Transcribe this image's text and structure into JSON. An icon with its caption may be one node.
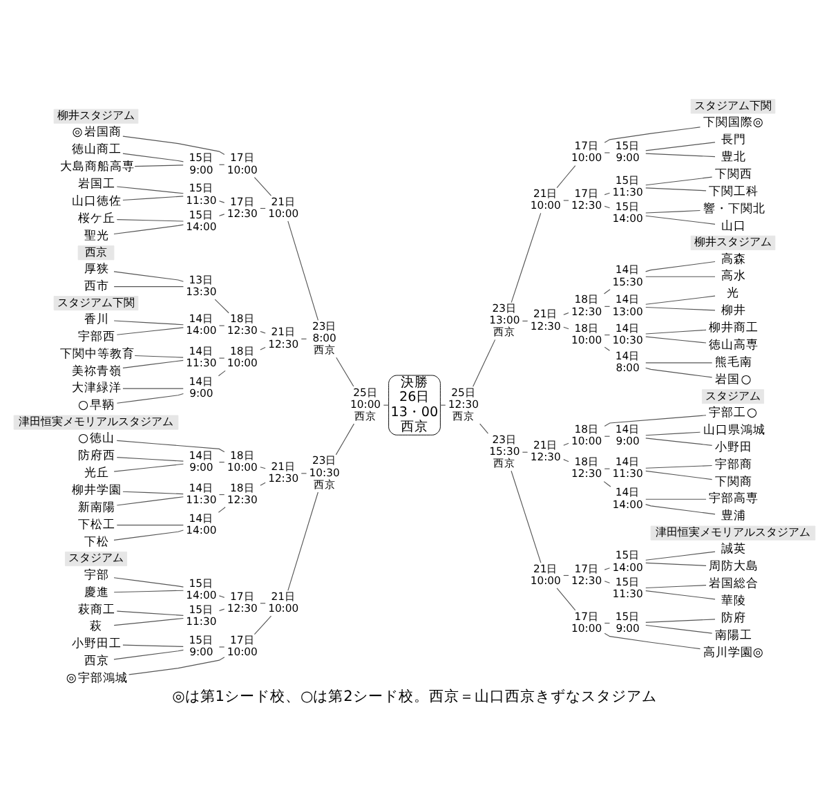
{
  "diagram": {
    "caption": "◎は第1シード校、○は第2シード校。西京＝山口西京きずなスタジアム",
    "nodes": [
      {
        "text": [
          "岩国商"
        ],
        "beside": [
          "◎"
        ]
      },
      {
        "text": [
          "徳山商工"
        ]
      },
      {
        "text": [
          "大島商船高専"
        ]
      },
      {
        "text": [
          "岩国工"
        ]
      },
      {
        "text": [
          "山口徳佐"
        ]
      },
      {
        "text": [
          "桜ケ丘"
        ]
      },
      {
        "text": [
          "聖光"
        ]
      },
      {
        "text": [
          "厚狭"
        ]
      },
      {
        "text": [
          "西市"
        ]
      },
      {
        "text": [
          "香川"
        ]
      },
      {
        "text": [
          "宇部西"
        ]
      },
      {
        "text": [
          "下関中等教育"
        ]
      },
      {
        "text": [
          "美祢青嶺"
        ]
      },
      {
        "text": [
          "大津緑洋"
        ]
      },
      {
        "text": [
          "早鞆"
        ],
        "beside": [
          "○"
        ]
      },
      {
        "text": [
          "徳山"
        ],
        "beside": [
          "○"
        ]
      },
      {
        "text": [
          "防府西"
        ]
      },
      {
        "text": [
          "光丘"
        ]
      },
      {
        "text": [
          "柳井学園"
        ]
      },
      {
        "text": [
          "新南陽"
        ]
      },
      {
        "text": [
          "下松工"
        ]
      },
      {
        "text": [
          "下松"
        ]
      },
      {
        "text": [
          "宇部"
        ]
      },
      {
        "text": [
          "慶進"
        ]
      },
      {
        "text": [
          "萩商工"
        ]
      },
      {
        "text": [
          "萩"
        ]
      },
      {
        "text": [
          "小野田工"
        ]
      },
      {
        "text": [
          "西京"
        ]
      },
      {
        "text": [
          "宇部鴻城"
        ],
        "beside": [
          "◎"
        ]
      },
      {
        "text": [
          "17日 10:00"
        ]
      },
      {
        "text": [
          "15日 9:00"
        ]
      },
      {
        "text": [
          "21日 10:00"
        ]
      },
      {
        "text": [
          "15日 11:30"
        ]
      },
      {
        "text": [
          "15日 14:00"
        ]
      },
      {
        "text": [
          "17日 12:30"
        ]
      },
      {
        "text": [
          "23日 8:00 西京"
        ]
      },
      {
        "text": [
          "13日 13:30"
        ]
      },
      {
        "text": [
          "18日 12:30"
        ]
      },
      {
        "text": [
          "14日 14:00"
        ]
      },
      {
        "text": [
          "14日 11:30"
        ]
      },
      {
        "text": [
          "21日 12:30"
        ]
      },
      {
        "text": [
          "18日 10:00"
        ]
      },
      {
        "text": [
          "14日 9:00"
        ]
      },
      {
        "text": [
          "25日 10:00 西京"
        ]
      },
      {
        "text": [
          "23日 10:30 西京"
        ]
      },
      {
        "text": [
          "21日 12:30"
        ]
      },
      {
        "text": [
          "18日 10:00"
        ]
      },
      {
        "text": [
          "14日 9:00"
        ]
      },
      {
        "text": [
          "14日 11:30"
        ]
      },
      {
        "text": [
          "18日 12:30"
        ]
      },
      {
        "text": [
          "14日 14:00"
        ]
      },
      {
        "text": [
          "15日 14:00"
        ]
      },
      {
        "text": [
          "21日 10:00"
        ]
      },
      {
        "text": [
          "17日 12:30"
        ]
      },
      {
        "text": [
          "15日 11:30"
        ]
      },
      {
        "text": [
          "15日 9:00"
        ]
      },
      {
        "text": [
          "17日 10:00"
        ]
      },
      {
        "text": [
          "決勝",
          "26日 13・00 西京"
        ]
      },
      {
        "text": [
          "25日 12:30 西京"
        ]
      },
      {
        "text": [
          "23日 13:00 西京"
        ]
      },
      {
        "text": [
          "21日 10:00"
        ]
      },
      {
        "text": [
          "17日 10:00"
        ]
      },
      {
        "text": [
          "15日 9:00"
        ]
      },
      {
        "text": [
          "15日 11:30"
        ]
      },
      {
        "text": [
          "17日 12:30"
        ]
      },
      {
        "text": [
          "15日 14:00"
        ]
      },
      {
        "text": [
          "21日 12:30"
        ]
      },
      {
        "text": [
          "18日 12:30"
        ]
      },
      {
        "text": [
          "14日 15:30"
        ]
      },
      {
        "text": [
          "14日 13:00"
        ]
      },
      {
        "text": [
          "18日 10:00"
        ]
      },
      {
        "text": [
          "14日 10:30"
        ]
      },
      {
        "text": [
          "14日 8:00"
        ]
      },
      {
        "text": [
          "23日 15:30 西京"
        ]
      },
      {
        "text": [
          "21日 12:30"
        ]
      },
      {
        "text": [
          "18日 10:00"
        ]
      },
      {
        "text": [
          "14日 9:00"
        ]
      },
      {
        "text": [
          "18日 12:30"
        ]
      },
      {
        "text": [
          "14日 11:30"
        ]
      },
      {
        "text": [
          "14日 14:00"
        ]
      },
      {
        "text": [
          "21日 10:00"
        ]
      },
      {
        "text": [
          "17日 12:30"
        ]
      },
      {
        "text": [
          "15日 14:00"
        ]
      },
      {
        "text": [
          "15日 11:30"
        ]
      },
      {
        "text": [
          "17日 10:00"
        ]
      },
      {
        "text": [
          "15日 9:00"
        ]
      },
      {
        "text": [
          "下関国際"
        ],
        "beside": [
          "◎"
        ]
      },
      {
        "text": [
          "長門"
        ]
      },
      {
        "text": [
          "豊北"
        ]
      },
      {
        "text": [
          "下関西"
        ]
      },
      {
        "text": [
          "下関工科"
        ]
      },
      {
        "text": [
          "響・下関北"
        ]
      },
      {
        "text": [
          "山口"
        ]
      },
      {
        "text": [
          "高森"
        ]
      },
      {
        "text": [
          "高水"
        ]
      },
      {
        "text": [
          "光"
        ]
      },
      {
        "text": [
          "柳井"
        ]
      },
      {
        "text": [
          "柳井商工"
        ]
      },
      {
        "text": [
          "徳山高専"
        ]
      },
      {
        "text": [
          "熊毛南"
        ]
      },
      {
        "text": [
          "岩国"
        ],
        "beside": [
          "○"
        ]
      },
      {
        "text": [
          "宇部工"
        ],
        "beside": [
          "○"
        ]
      },
      {
        "text": [
          "山口県鴻城"
        ]
      },
      {
        "text": [
          "小野田"
        ]
      },
      {
        "text": [
          "宇部商"
        ]
      },
      {
        "text": [
          "下関商"
        ]
      },
      {
        "text": [
          "宇部高専"
        ]
      },
      {
        "text": [
          "豊浦"
        ]
      },
      {
        "text": [
          "誠英"
        ]
      },
      {
        "text": [
          "周防大島"
        ]
      },
      {
        "text": [
          "岩国総合"
        ]
      },
      {
        "text": [
          "華陵"
        ]
      },
      {
        "text": [
          "防府"
        ]
      },
      {
        "text": [
          "南陽工"
        ]
      },
      {
        "text": [
          "高川学園"
        ],
        "beside": [
          "◎"
        ]
      }
    ],
    "edges": [
      {
        "from": 0,
        "to": 29,
        "arrow": "none"
      },
      {
        "from": 1,
        "to": 30,
        "arrow": "none"
      },
      {
        "from": 2,
        "to": 30,
        "arrow": "none"
      },
      {
        "from": 30,
        "to": 29,
        "arrow": "none"
      },
      {
        "from": 3,
        "to": 32,
        "arrow": "none"
      },
      {
        "from": 4,
        "to": 32,
        "arrow": "none"
      },
      {
        "from": 5,
        "to": 33,
        "arrow": "none"
      },
      {
        "from": 6,
        "to": 33,
        "arrow": "none"
      },
      {
        "from": 32,
        "to": 34,
        "arrow": "none"
      },
      {
        "from": 33,
        "to": 34,
        "arrow": "none"
      },
      {
        "from": 29,
        "to": 31,
        "arrow": "none"
      },
      {
        "from": 34,
        "to": 31,
        "arrow": "none"
      },
      {
        "from": 7,
        "to": 36,
        "arrow": "none"
      },
      {
        "from": 8,
        "to": 36,
        "arrow": "none"
      },
      {
        "from": 9,
        "to": 38,
        "arrow": "none"
      },
      {
        "from": 10,
        "to": 38,
        "arrow": "none"
      },
      {
        "from": 36,
        "to": 37,
        "arrow": "none"
      },
      {
        "from": 38,
        "to": 37,
        "arrow": "none"
      },
      {
        "from": 11,
        "to": 39,
        "arrow": "none"
      },
      {
        "from": 12,
        "to": 39,
        "arrow": "none"
      },
      {
        "from": 13,
        "to": 42,
        "arrow": "none"
      },
      {
        "from": 14,
        "to": 42,
        "arrow": "none"
      },
      {
        "from": 39,
        "to": 41,
        "arrow": "none"
      },
      {
        "from": 42,
        "to": 41,
        "arrow": "none"
      },
      {
        "from": 37,
        "to": 40,
        "arrow": "none"
      },
      {
        "from": 41,
        "to": 40,
        "arrow": "none"
      },
      {
        "from": 31,
        "to": 35,
        "arrow": "none"
      },
      {
        "from": 40,
        "to": 35,
        "arrow": "none"
      },
      {
        "from": 15,
        "to": 46,
        "arrow": "none"
      },
      {
        "from": 16,
        "to": 47,
        "arrow": "none"
      },
      {
        "from": 17,
        "to": 47,
        "arrow": "none"
      },
      {
        "from": 47,
        "to": 46,
        "arrow": "none"
      },
      {
        "from": 18,
        "to": 48,
        "arrow": "none"
      },
      {
        "from": 19,
        "to": 48,
        "arrow": "none"
      },
      {
        "from": 20,
        "to": 50,
        "arrow": "none"
      },
      {
        "from": 21,
        "to": 50,
        "arrow": "none"
      },
      {
        "from": 48,
        "to": 49,
        "arrow": "none"
      },
      {
        "from": 50,
        "to": 49,
        "arrow": "none"
      },
      {
        "from": 46,
        "to": 45,
        "arrow": "none"
      },
      {
        "from": 49,
        "to": 45,
        "arrow": "none"
      },
      {
        "from": 22,
        "to": 51,
        "arrow": "none"
      },
      {
        "from": 23,
        "to": 51,
        "arrow": "none"
      },
      {
        "from": 24,
        "to": 54,
        "arrow": "none"
      },
      {
        "from": 25,
        "to": 54,
        "arrow": "none"
      },
      {
        "from": 51,
        "to": 53,
        "arrow": "none"
      },
      {
        "from": 54,
        "to": 53,
        "arrow": "none"
      },
      {
        "from": 26,
        "to": 55,
        "arrow": "none"
      },
      {
        "from": 27,
        "to": 55,
        "arrow": "none"
      },
      {
        "from": 55,
        "to": 56,
        "arrow": "none"
      },
      {
        "from": 28,
        "to": 56,
        "arrow": "none"
      },
      {
        "from": 53,
        "to": 52,
        "arrow": "none"
      },
      {
        "from": 56,
        "to": 52,
        "arrow": "none"
      },
      {
        "from": 45,
        "to": 44,
        "arrow": "none"
      },
      {
        "from": 52,
        "to": 44,
        "arrow": "none"
      },
      {
        "from": 35,
        "to": 43,
        "arrow": "none"
      },
      {
        "from": 44,
        "to": 43,
        "arrow": "none"
      },
      {
        "from": 43,
        "to": 57,
        "arrow": "none"
      },
      {
        "from": 58,
        "to": 57,
        "arrow": "none"
      },
      {
        "from": 59,
        "to": 58,
        "arrow": "none"
      },
      {
        "from": 73,
        "to": 58,
        "arrow": "none"
      },
      {
        "from": 60,
        "to": 59,
        "arrow": "none"
      },
      {
        "from": 66,
        "to": 59,
        "arrow": "none"
      },
      {
        "from": 61,
        "to": 60,
        "arrow": "none"
      },
      {
        "from": 64,
        "to": 60,
        "arrow": "none"
      },
      {
        "from": 86,
        "to": 61,
        "arrow": "none"
      },
      {
        "from": 62,
        "to": 61,
        "arrow": "none"
      },
      {
        "from": 87,
        "to": 62,
        "arrow": "none"
      },
      {
        "from": 88,
        "to": 62,
        "arrow": "none"
      },
      {
        "from": 89,
        "to": 63,
        "arrow": "none"
      },
      {
        "from": 90,
        "to": 63,
        "arrow": "none"
      },
      {
        "from": 63,
        "to": 64,
        "arrow": "none"
      },
      {
        "from": 65,
        "to": 64,
        "arrow": "none"
      },
      {
        "from": 91,
        "to": 65,
        "arrow": "none"
      },
      {
        "from": 92,
        "to": 65,
        "arrow": "none"
      },
      {
        "from": 67,
        "to": 66,
        "arrow": "none"
      },
      {
        "from": 70,
        "to": 66,
        "arrow": "none"
      },
      {
        "from": 68,
        "to": 67,
        "arrow": "none"
      },
      {
        "from": 69,
        "to": 67,
        "arrow": "none"
      },
      {
        "from": 93,
        "to": 68,
        "arrow": "none"
      },
      {
        "from": 94,
        "to": 68,
        "arrow": "none"
      },
      {
        "from": 95,
        "to": 69,
        "arrow": "none"
      },
      {
        "from": 96,
        "to": 69,
        "arrow": "none"
      },
      {
        "from": 71,
        "to": 70,
        "arrow": "none"
      },
      {
        "from": 72,
        "to": 70,
        "arrow": "none"
      },
      {
        "from": 97,
        "to": 71,
        "arrow": "none"
      },
      {
        "from": 98,
        "to": 71,
        "arrow": "none"
      },
      {
        "from": 99,
        "to": 72,
        "arrow": "none"
      },
      {
        "from": 100,
        "to": 72,
        "arrow": "none"
      },
      {
        "from": 74,
        "to": 73,
        "arrow": "none"
      },
      {
        "from": 80,
        "to": 73,
        "arrow": "none"
      },
      {
        "from": 75,
        "to": 74,
        "arrow": "none"
      },
      {
        "from": 77,
        "to": 74,
        "arrow": "none"
      },
      {
        "from": 101,
        "to": 75,
        "arrow": "none"
      },
      {
        "from": 76,
        "to": 75,
        "arrow": "none"
      },
      {
        "from": 102,
        "to": 76,
        "arrow": "none"
      },
      {
        "from": 103,
        "to": 76,
        "arrow": "none"
      },
      {
        "from": 78,
        "to": 77,
        "arrow": "none"
      },
      {
        "from": 79,
        "to": 77,
        "arrow": "none"
      },
      {
        "from": 104,
        "to": 78,
        "arrow": "none"
      },
      {
        "from": 105,
        "to": 78,
        "arrow": "none"
      },
      {
        "from": 106,
        "to": 79,
        "arrow": "none"
      },
      {
        "from": 107,
        "to": 79,
        "arrow": "none"
      },
      {
        "from": 81,
        "to": 80,
        "arrow": "none"
      },
      {
        "from": 84,
        "to": 80,
        "arrow": "none"
      },
      {
        "from": 82,
        "to": 81,
        "arrow": "none"
      },
      {
        "from": 83,
        "to": 81,
        "arrow": "none"
      },
      {
        "from": 108,
        "to": 82,
        "arrow": "none"
      },
      {
        "from": 109,
        "to": 82,
        "arrow": "none"
      },
      {
        "from": 110,
        "to": 83,
        "arrow": "none"
      },
      {
        "from": 111,
        "to": 83,
        "arrow": "none"
      },
      {
        "from": 85,
        "to": 84,
        "arrow": "none"
      },
      {
        "from": 114,
        "to": 84,
        "arrow": "none"
      },
      {
        "from": 112,
        "to": 85,
        "arrow": "none"
      },
      {
        "from": 113,
        "to": 85,
        "arrow": "none"
      }
    ],
    "labels": [
      "柳井スタジアム",
      "西京",
      "スタジアム下関",
      "津田恒実メモリアルスタジアム",
      "スタジアム",
      "スタジアム下関",
      "柳井スタジアム",
      "スタジアム",
      "津田恒実メモリアルスタジアム"
    ]
  }
}
